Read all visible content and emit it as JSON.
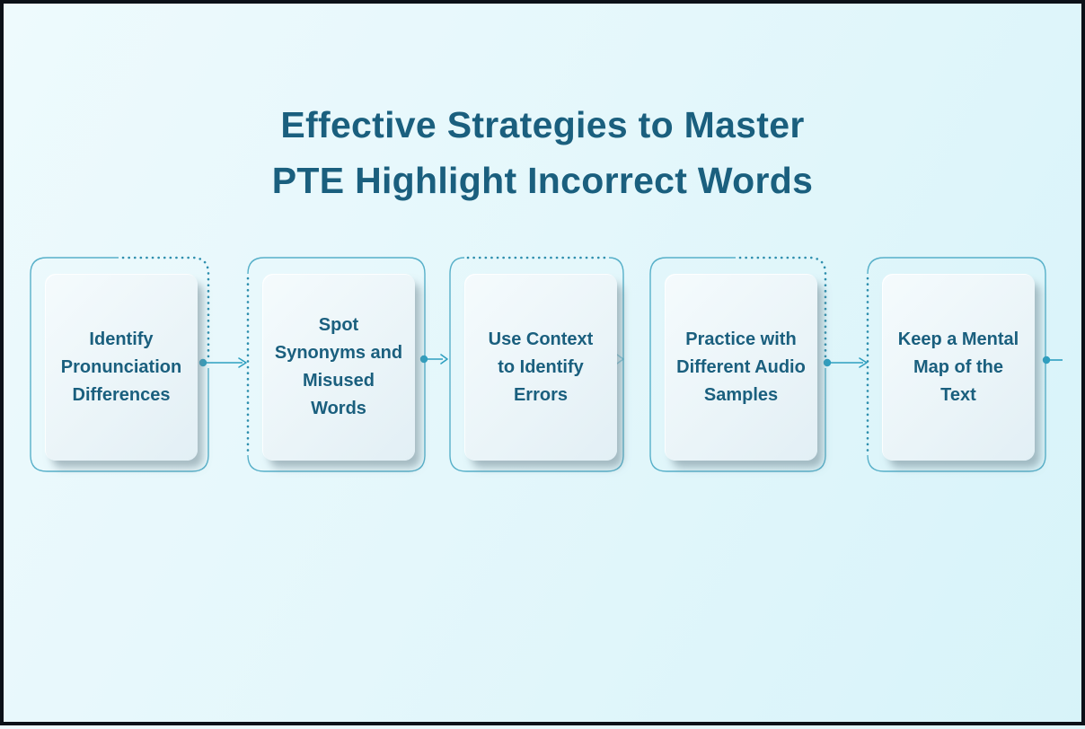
{
  "title": {
    "text": "Effective Strategies to Master\nPTE Highlight Incorrect Words"
  },
  "cards": [
    {
      "label": "Identify\nPronunciation\nDifferences"
    },
    {
      "label": "Spot\nSynonyms and\nMisused\nWords"
    },
    {
      "label": "Use Context\nto Identify\nErrors"
    },
    {
      "label": "Practice with\nDifferent Audio\nSamples"
    },
    {
      "label": "Keep a Mental\nMap of the\nText"
    }
  ],
  "colors": {
    "title_text": "#1a5f7e",
    "card_text": "#1a5f7e",
    "outline": "#57b0c9",
    "dotted": "#2f8fae",
    "connector": "#2e9fc0",
    "background_start": "#eefafd",
    "background_mid": "#e4f7fb",
    "background_end": "#d7f3f9",
    "frame_border": "#0c1118"
  }
}
